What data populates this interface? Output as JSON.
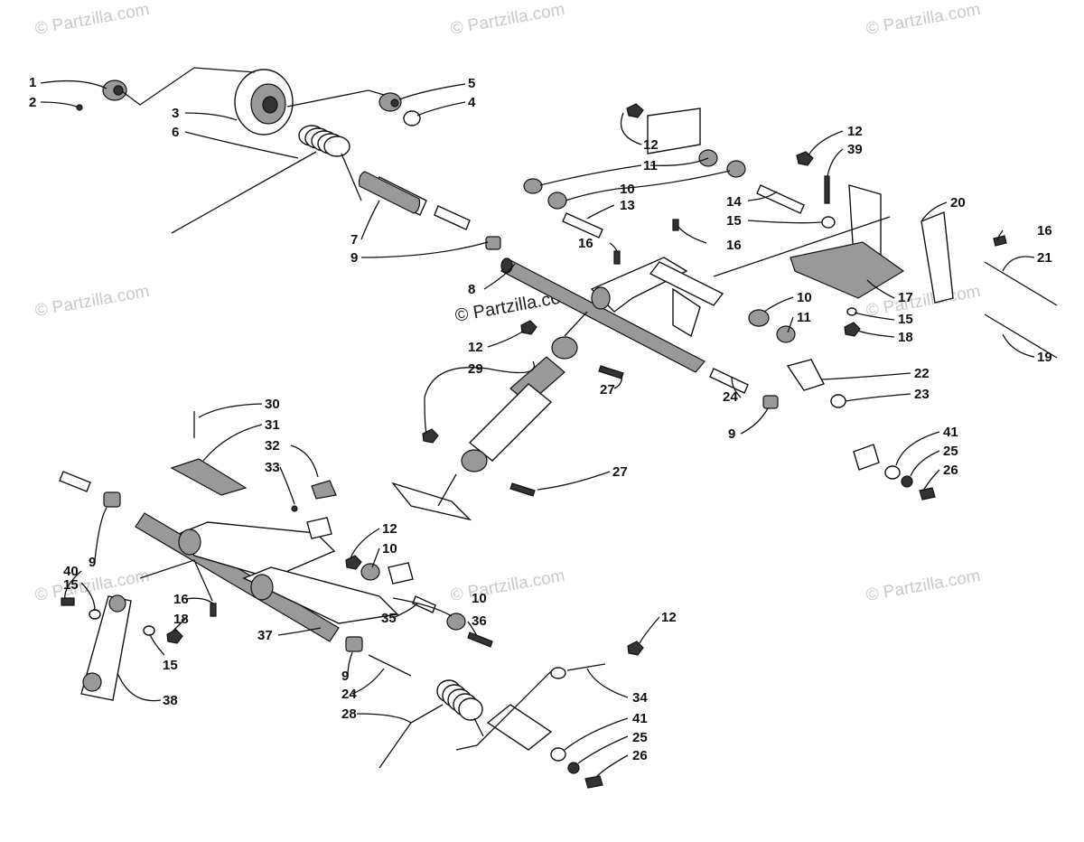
{
  "watermarks": {
    "corner_tl": "© Partzilla.com",
    "corner_tc": "© Partzilla.com",
    "corner_tr": "© Partzilla.com",
    "left_mid": "© Partzilla.com",
    "center_main": "© Partzilla.com",
    "right_mid": "© Partzilla.com",
    "left_low": "© Partzilla.com",
    "center_low": "© Partzilla.com",
    "right_low": "© Partzilla.com"
  },
  "callouts": {
    "c1": "1",
    "c2": "2",
    "c3": "3",
    "c4": "4",
    "c5": "5",
    "c6": "6",
    "c7": "7",
    "c8": "8",
    "c9a": "9",
    "c9b": "9",
    "c9c": "9",
    "c9d": "9",
    "c10a": "10",
    "c10b": "10",
    "c10c": "10",
    "c10d": "10",
    "c11a": "11",
    "c11b": "11",
    "c12a": "12",
    "c12b": "12",
    "c12c": "12",
    "c12d": "12",
    "c12e": "12",
    "c13": "13",
    "c14": "14",
    "c15a": "15",
    "c15b": "15",
    "c15c": "15",
    "c15d": "15",
    "c16a": "16",
    "c16b": "16",
    "c16c": "16",
    "c16d": "16",
    "c17": "17",
    "c18a": "18",
    "c18b": "18",
    "c19": "19",
    "c20": "20",
    "c21": "21",
    "c22": "22",
    "c23": "23",
    "c24a": "24",
    "c24b": "24",
    "c25a": "25",
    "c25b": "25",
    "c26a": "26",
    "c26b": "26",
    "c27a": "27",
    "c27b": "27",
    "c28": "28",
    "c29": "29",
    "c30": "30",
    "c31": "31",
    "c32": "32",
    "c33": "33",
    "c34": "34",
    "c35": "35",
    "c36": "36",
    "c37": "37",
    "c38": "38",
    "c39": "39",
    "c40": "40",
    "c41a": "41",
    "c41b": "41"
  }
}
